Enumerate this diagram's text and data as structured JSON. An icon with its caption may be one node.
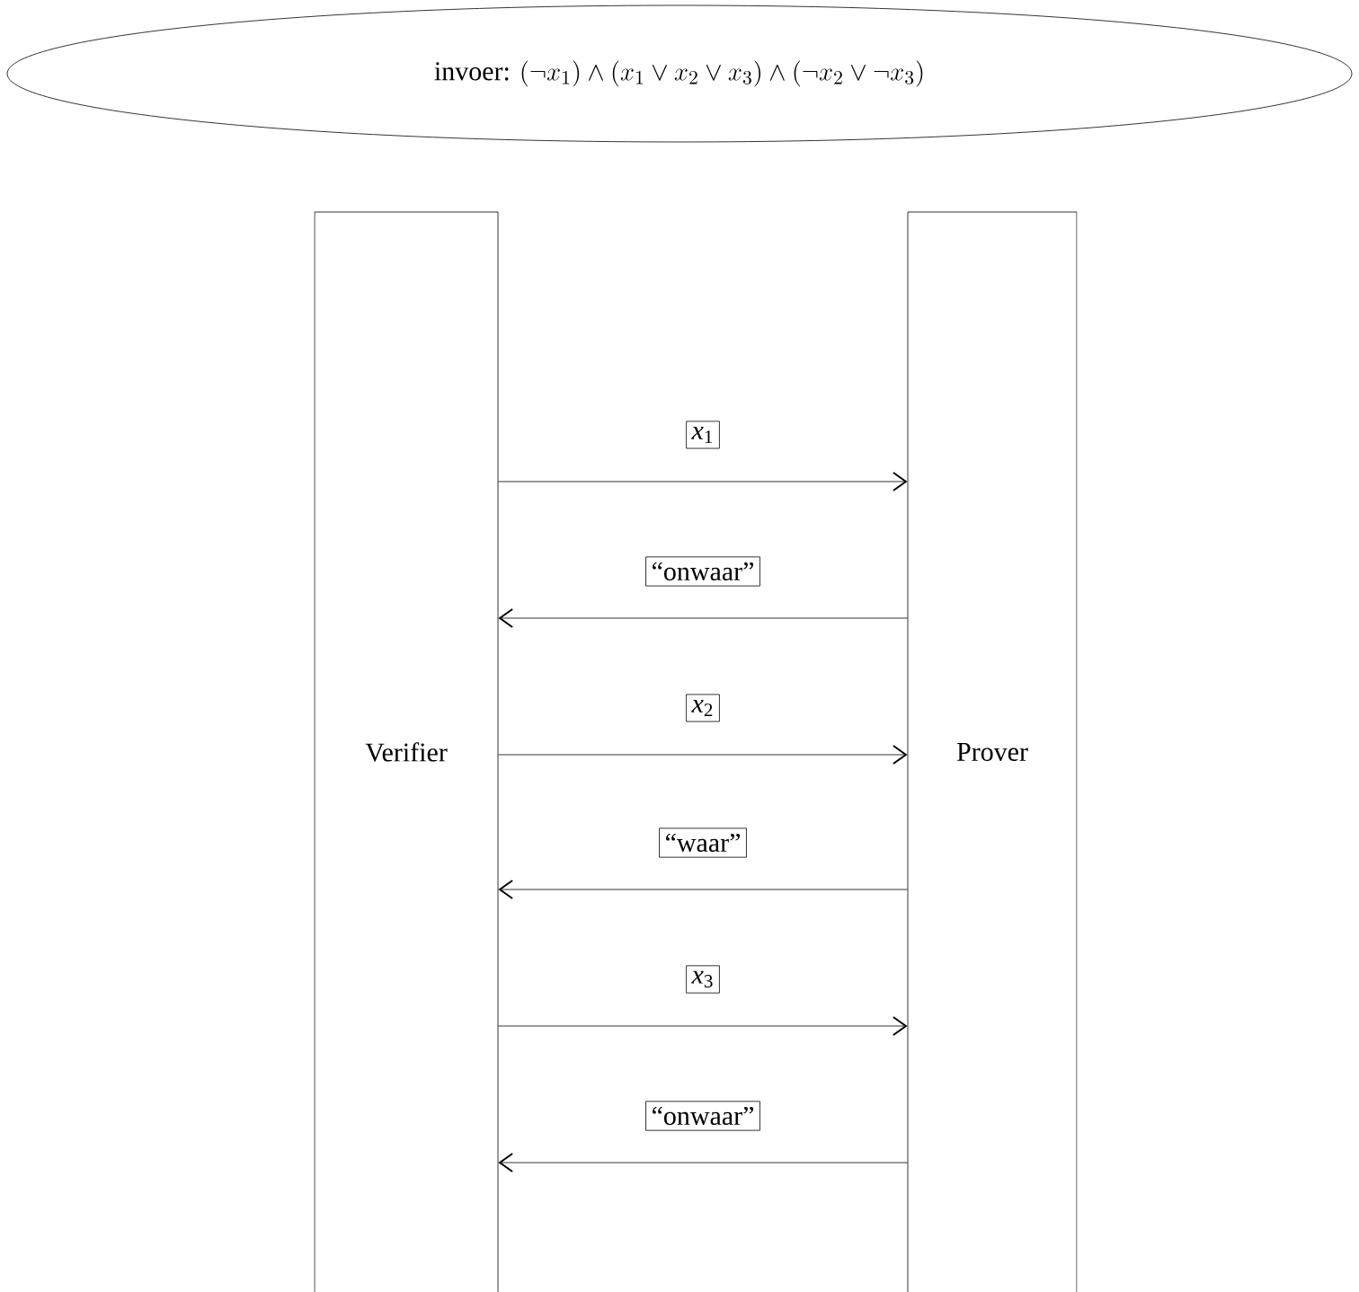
{
  "diagram": {
    "nodes": [
      {
        "text": [
          "\\text{invoer: } (\\neg x_1) \\wedge (x_1 \\vee x_2 \\vee x_3) \\wedge (\\neg x_2 \\vee \\neg x_3)"
        ]
      },
      {
        "text": [
          "Verifier"
        ]
      },
      {
        "text": [
          "Prover"
        ]
      }
    ],
    "edges": [
      {
        "from": 1,
        "to": 2,
        "arrow": "to",
        "label": "*x*$_{1}$"
      },
      {
        "from": 2,
        "to": 1,
        "arrow": "to",
        "label": "“onwaar”"
      },
      {
        "from": 1,
        "to": 2,
        "arrow": "to",
        "label": "*x*$_{2}$"
      },
      {
        "from": 2,
        "to": 1,
        "arrow": "to",
        "label": "“waar”"
      },
      {
        "from": 1,
        "to": 2,
        "arrow": "to",
        "label": "*x*$_{3}$"
      },
      {
        "from": 2,
        "to": 1,
        "arrow": "to",
        "label": "“onwaar”"
      }
    ]
  }
}
